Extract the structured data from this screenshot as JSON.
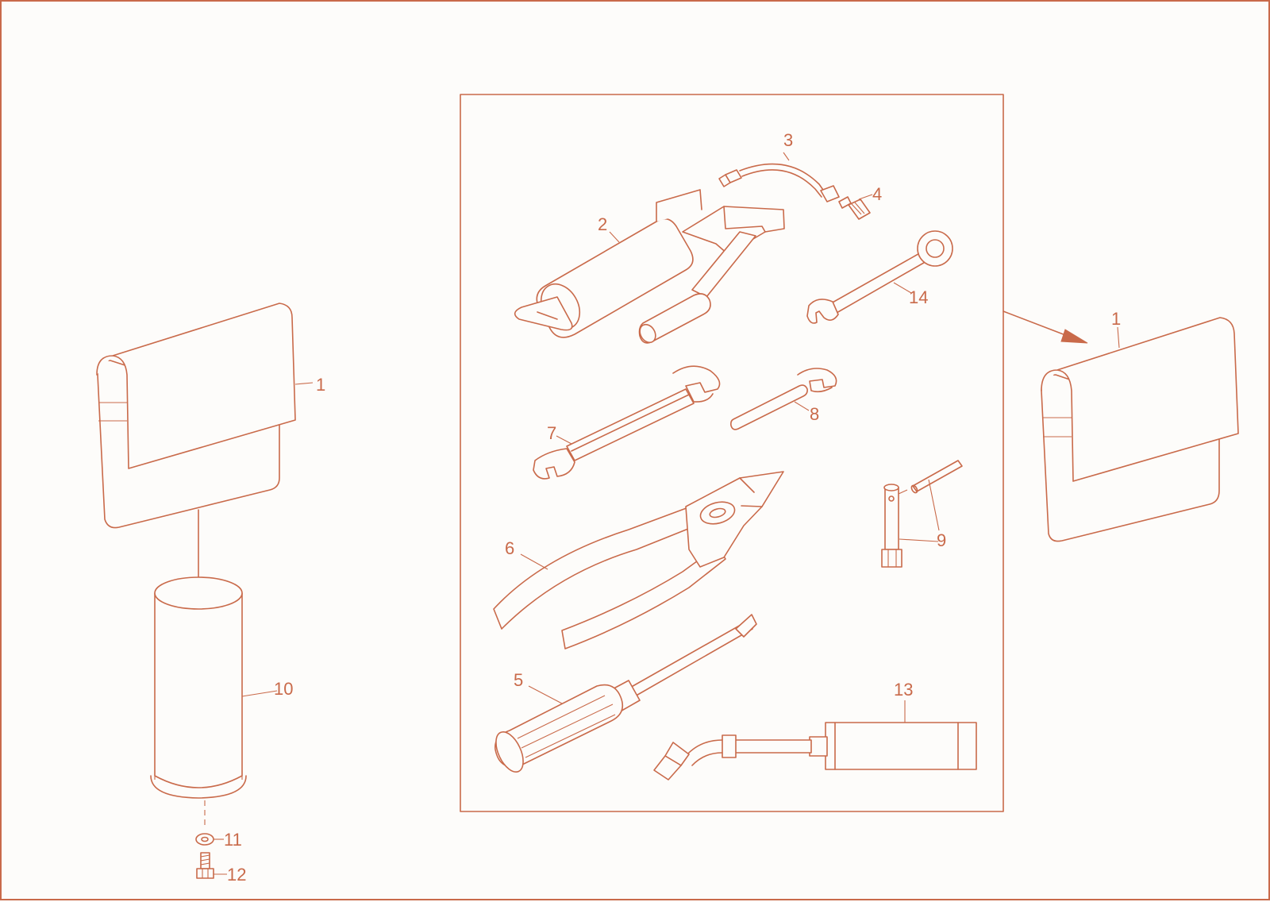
{
  "colors": {
    "line": "#c96a4a",
    "background": "#fdfcfa"
  },
  "callouts": {
    "c1_left": "1",
    "c1_right": "1",
    "c2": "2",
    "c3": "3",
    "c4": "4",
    "c5": "5",
    "c6": "6",
    "c7": "7",
    "c8": "8",
    "c9": "9",
    "c10": "10",
    "c11": "11",
    "c12": "12",
    "c13": "13",
    "c14": "14"
  }
}
